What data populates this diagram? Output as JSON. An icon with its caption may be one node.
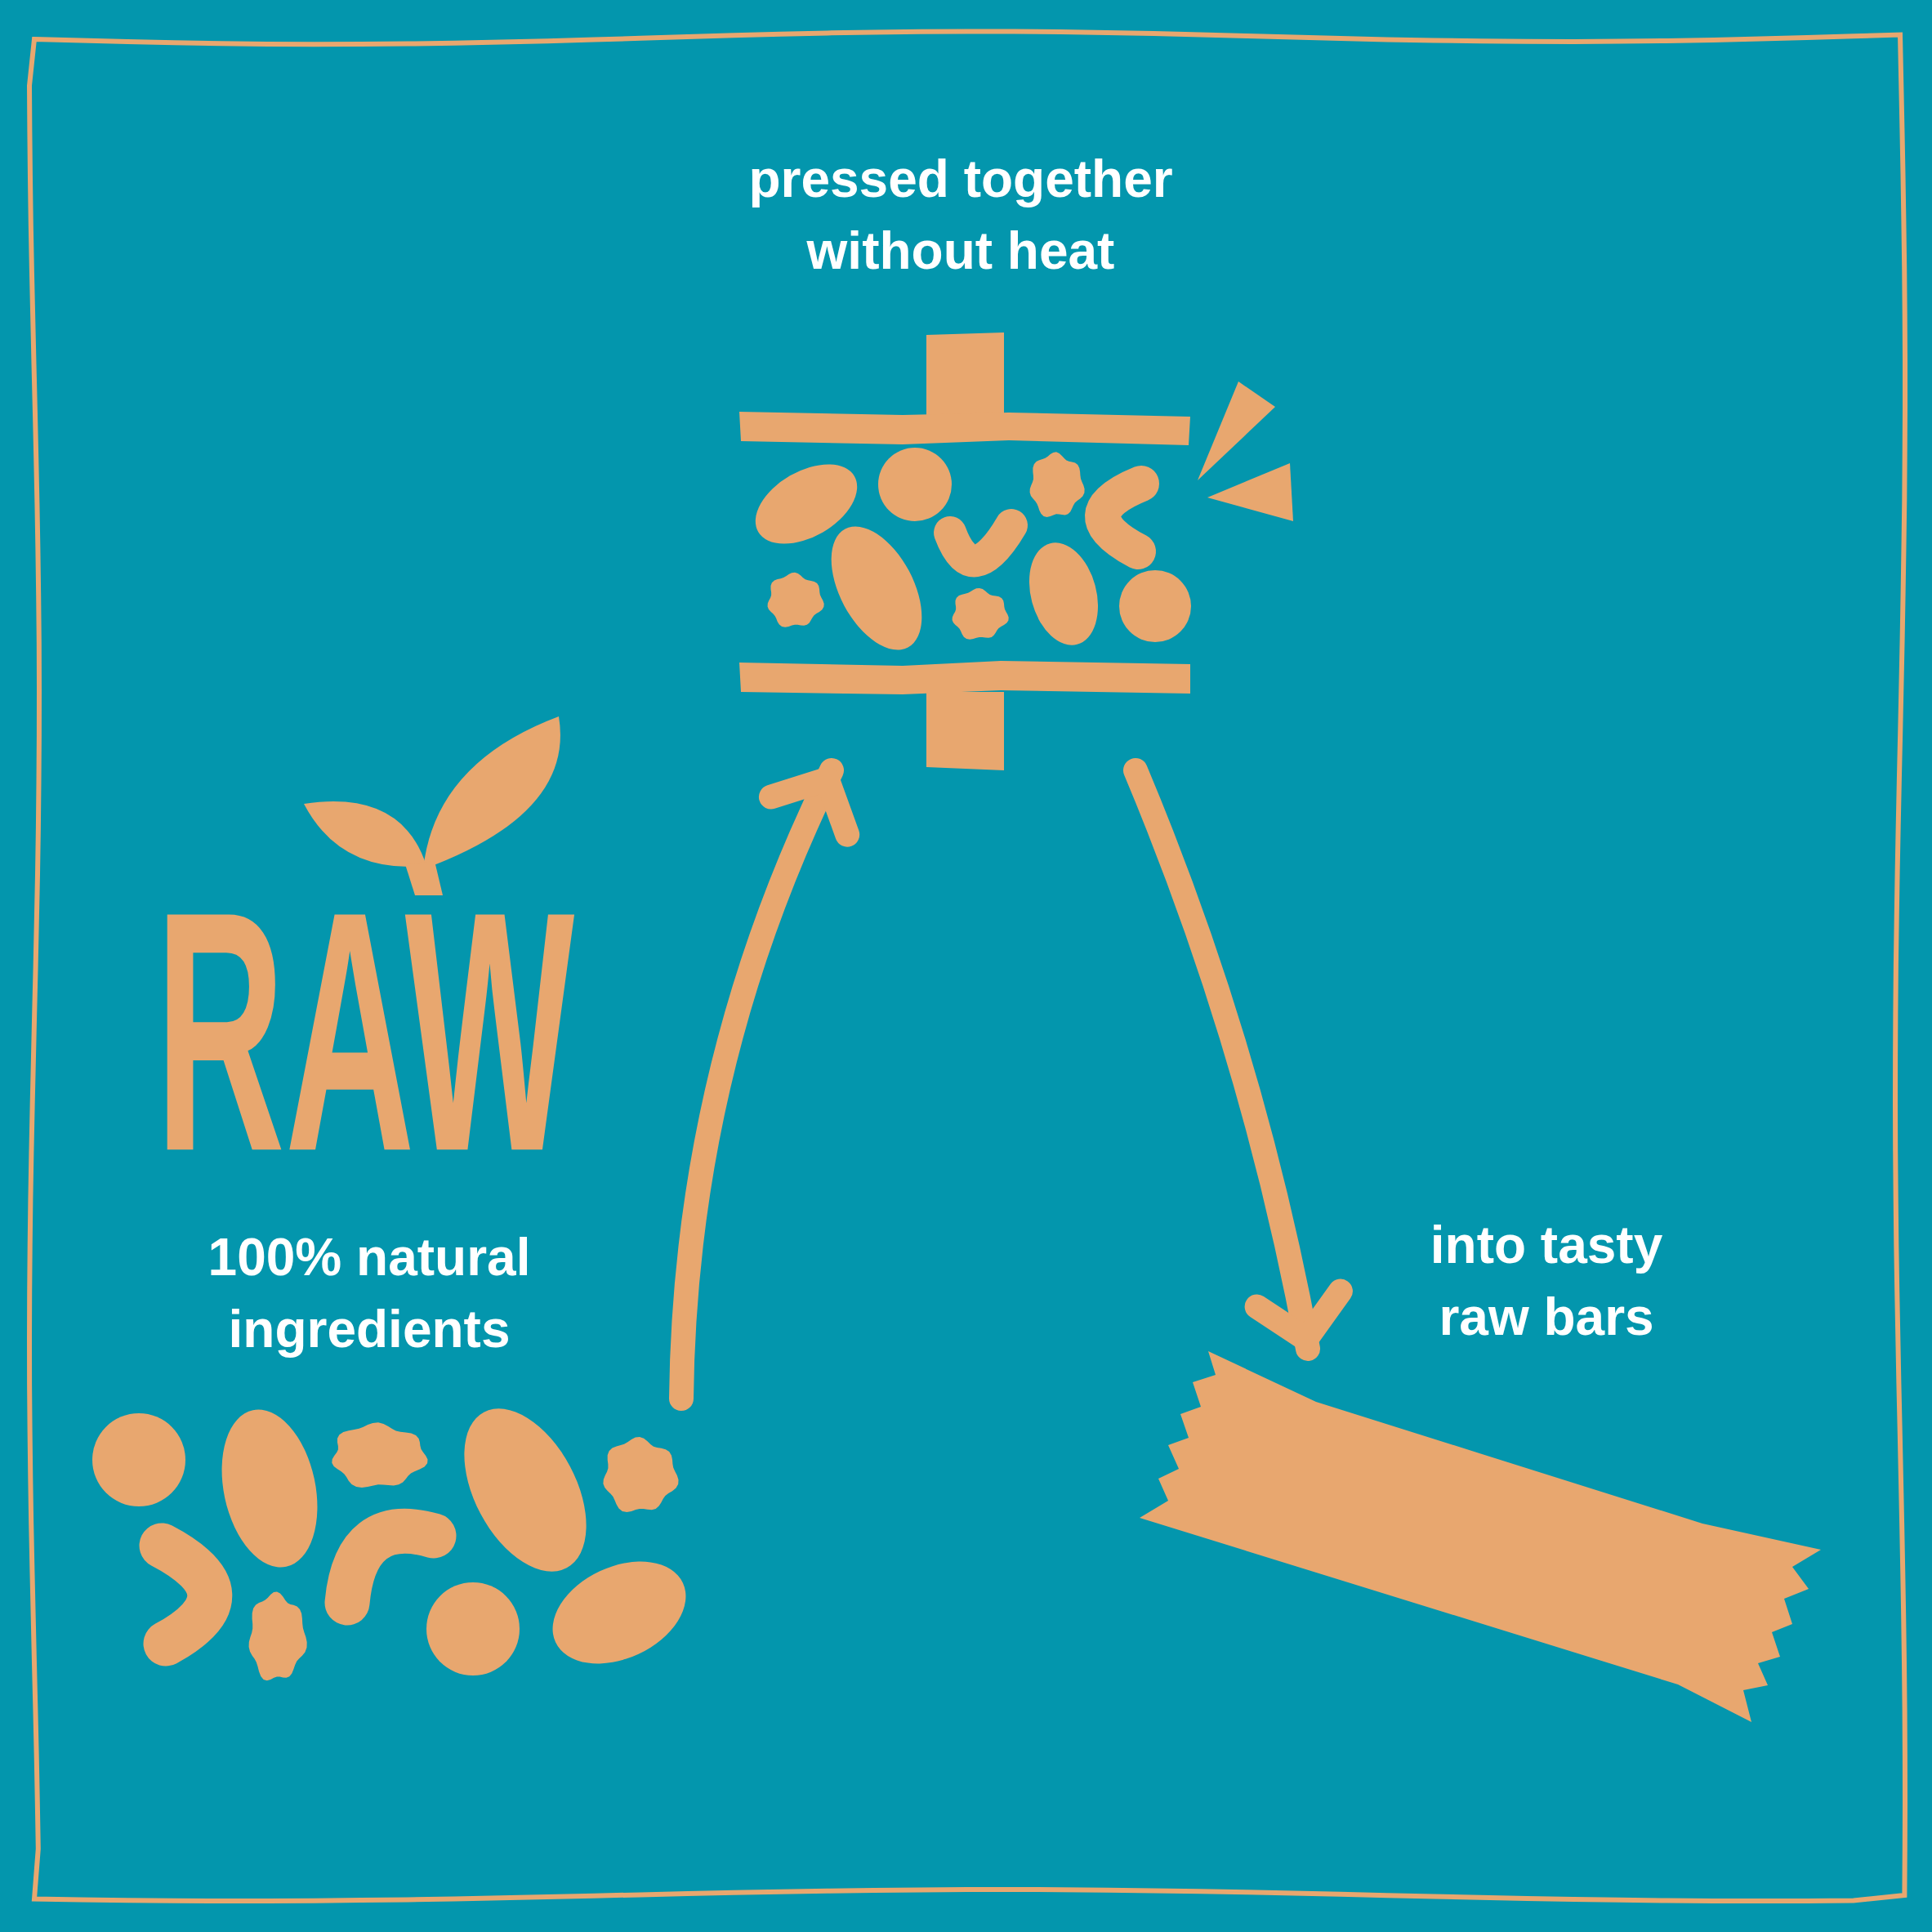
{
  "diagram": {
    "nodes": [
      {
        "text": [],
        "shape": "picture",
        "beside": [
          "RAW",
          "100% natural ingredients"
        ]
      },
      {
        "text": [],
        "shape": "picture",
        "beside": [
          "pressed together without heat"
        ]
      },
      {
        "text": [],
        "shape": "picture",
        "beside": [
          "into tasty raw bars"
        ]
      }
    ],
    "edges": [
      {
        "from": 0,
        "to": 1,
        "arrow": "to"
      },
      {
        "from": 1,
        "to": 2,
        "arrow": "to"
      }
    ]
  }
}
